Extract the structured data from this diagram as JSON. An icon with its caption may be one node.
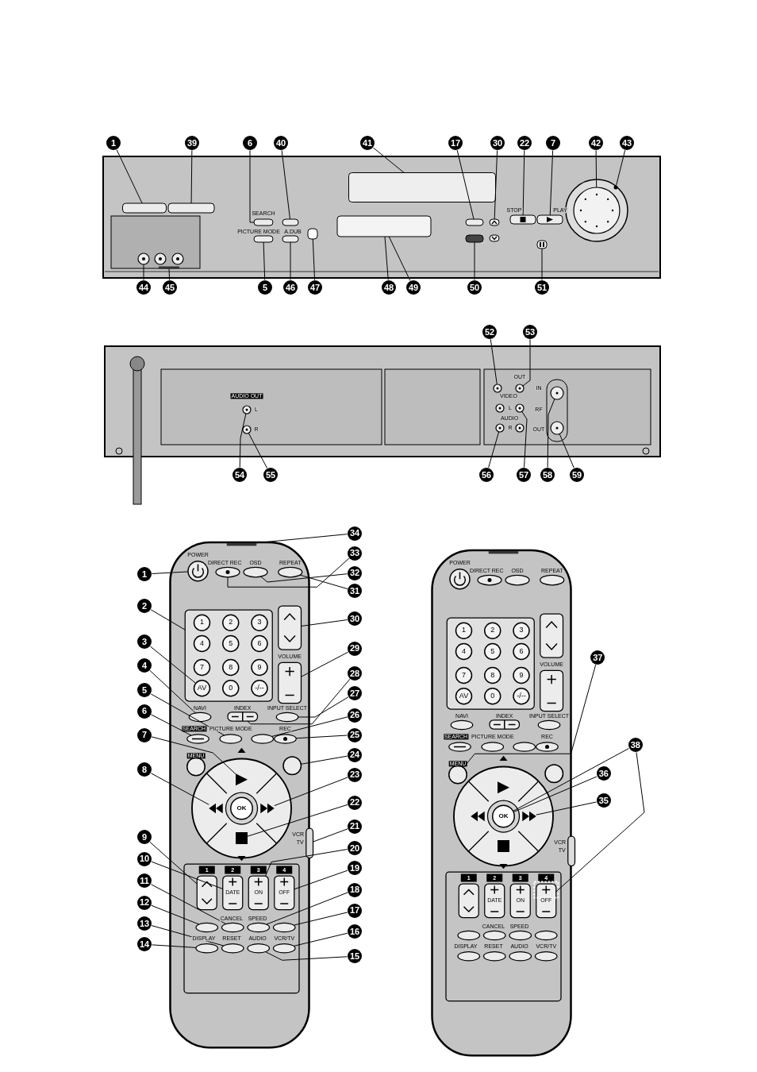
{
  "diagram": {
    "nodes": [
      {
        "text": [
          "1"
        ]
      },
      {
        "text": [
          "39"
        ]
      },
      {
        "text": [
          "6"
        ]
      },
      {
        "text": [
          "40"
        ]
      },
      {
        "text": [
          "41"
        ]
      },
      {
        "text": [
          "17"
        ]
      },
      {
        "text": [
          "30"
        ]
      },
      {
        "text": [
          "22"
        ]
      },
      {
        "text": [
          "7"
        ]
      },
      {
        "text": [
          "42"
        ]
      },
      {
        "text": [
          "43"
        ]
      },
      {
        "text": [
          "44"
        ]
      },
      {
        "text": [
          "45"
        ]
      },
      {
        "text": [
          "5"
        ]
      },
      {
        "text": [
          "46"
        ]
      },
      {
        "text": [
          "47"
        ]
      },
      {
        "text": [
          "48"
        ]
      },
      {
        "text": [
          "49"
        ]
      },
      {
        "text": [
          "50"
        ]
      },
      {
        "text": [
          "51"
        ]
      },
      {
        "text": [
          "52"
        ]
      },
      {
        "text": [
          "53"
        ]
      },
      {
        "text": [
          "54"
        ]
      },
      {
        "text": [
          "55"
        ]
      },
      {
        "text": [
          "56"
        ]
      },
      {
        "text": [
          "57"
        ]
      },
      {
        "text": [
          "58"
        ]
      },
      {
        "text": [
          "59"
        ]
      },
      {
        "text": [
          "1"
        ]
      },
      {
        "text": [
          "2"
        ]
      },
      {
        "text": [
          "3"
        ]
      },
      {
        "text": [
          "4"
        ]
      },
      {
        "text": [
          "5"
        ]
      },
      {
        "text": [
          "6"
        ]
      },
      {
        "text": [
          "7"
        ]
      },
      {
        "text": [
          "8"
        ]
      },
      {
        "text": [
          "9"
        ]
      },
      {
        "text": [
          "10"
        ]
      },
      {
        "text": [
          "11"
        ]
      },
      {
        "text": [
          "12"
        ]
      },
      {
        "text": [
          "13"
        ]
      },
      {
        "text": [
          "14"
        ]
      },
      {
        "text": [
          "34"
        ]
      },
      {
        "text": [
          "33"
        ]
      },
      {
        "text": [
          "32"
        ]
      },
      {
        "text": [
          "31"
        ]
      },
      {
        "text": [
          "30"
        ]
      },
      {
        "text": [
          "29"
        ]
      },
      {
        "text": [
          "28"
        ]
      },
      {
        "text": [
          "27"
        ]
      },
      {
        "text": [
          "26"
        ]
      },
      {
        "text": [
          "25"
        ]
      },
      {
        "text": [
          "24"
        ]
      },
      {
        "text": [
          "23"
        ]
      },
      {
        "text": [
          "22"
        ]
      },
      {
        "text": [
          "21"
        ]
      },
      {
        "text": [
          "20"
        ]
      },
      {
        "text": [
          "19"
        ]
      },
      {
        "text": [
          "18"
        ]
      },
      {
        "text": [
          "17"
        ]
      },
      {
        "text": [
          "16"
        ]
      },
      {
        "text": [
          "15"
        ]
      },
      {
        "text": [
          "37"
        ]
      },
      {
        "text": [
          "38"
        ]
      },
      {
        "text": [
          "36"
        ]
      },
      {
        "text": [
          "35"
        ]
      },
      {
        "text": [],
        "shape": "box"
      },
      {
        "text": [],
        "shape": "box"
      },
      {
        "text": [],
        "shape": "box"
      },
      {
        "text": [],
        "shape": "box"
      },
      {
        "text": [],
        "shape": "box"
      },
      {
        "text": [],
        "shape": "box"
      },
      {
        "text": [],
        "shape": "box"
      },
      {
        "text": [],
        "shape": "box"
      },
      {
        "text": [],
        "shape": "box"
      },
      {
        "text": [],
        "shape": "circle"
      },
      {
        "text": [],
        "shape": "circle"
      },
      {
        "text": [],
        "shape": "circle"
      },
      {
        "text": [],
        "shape": "bar"
      },
      {
        "text": [],
        "shape": "box"
      },
      {
        "text": [],
        "shape": "box"
      },
      {
        "text": [],
        "shape": "box"
      },
      {
        "text": [],
        "shape": "box"
      },
      {
        "text": [],
        "shape": "box"
      },
      {
        "text": [],
        "shape": "box"
      },
      {
        "text": [],
        "shape": "circle"
      },
      {
        "text": [],
        "shape": "circle"
      },
      {
        "text": [],
        "shape": "circle"
      },
      {
        "text": [],
        "shape": "circle"
      },
      {
        "text": [],
        "shape": "circle"
      },
      {
        "text": [],
        "shape": "circle"
      },
      {
        "text": [],
        "shape": "circle"
      },
      {
        "text": [],
        "shape": "circle"
      },
      {
        "text": [],
        "shape": "circle"
      },
      {
        "text": [],
        "shape": "box"
      },
      {
        "text": [],
        "shape": "circle",
        "in": 94
      },
      {
        "text": [],
        "shape": "ellipse"
      },
      {
        "text": [],
        "shape": "ellipse"
      },
      {
        "text": [],
        "shape": "ellipse"
      },
      {
        "text": [],
        "shape": "triangle"
      },
      {
        "text": [],
        "shape": "triangle"
      },
      {
        "text": [],
        "shape": "box"
      },
      {
        "text": [],
        "shape": "box"
      },
      {
        "text": [],
        "shape": "ellipse"
      },
      {
        "text": [],
        "shape": "ellipse"
      },
      {
        "text": [],
        "shape": "ellipse"
      },
      {
        "text": [],
        "shape": "ellipse"
      },
      {
        "text": [],
        "shape": "bar"
      },
      {
        "text": [],
        "shape": "ellipse"
      },
      {
        "text": [],
        "shape": "ellipse"
      },
      {
        "text": [],
        "shape": "ellipse"
      },
      {
        "text": [],
        "shape": "box"
      },
      {
        "text": [],
        "shape": "box"
      },
      {
        "text": [],
        "shape": "box"
      },
      {
        "text": [],
        "shape": "ellipse"
      },
      {
        "text": [],
        "shape": "ellipse"
      },
      {
        "text": [],
        "shape": "ellipse"
      },
      {
        "text": [],
        "shape": "circle"
      },
      {
        "text": [],
        "shape": "triangle"
      },
      {
        "text": [],
        "shape": "square"
      },
      {
        "text": [],
        "shape": "box"
      },
      {
        "text": [],
        "shape": "box"
      },
      {
        "text": [],
        "shape": "box"
      },
      {
        "text": [],
        "shape": "ellipse"
      },
      {
        "text": [],
        "shape": "ellipse"
      },
      {
        "text": [],
        "shape": "ellipse"
      },
      {
        "text": [],
        "shape": "ellipse"
      },
      {
        "text": [],
        "shape": "circle"
      },
      {
        "text": [],
        "shape": "circle"
      },
      {
        "text": [],
        "shape": "triangle"
      },
      {
        "text": [],
        "shape": "box"
      },
      {
        "text": [],
        "shape": "circle"
      },
      {
        "text": [],
        "shape": "circle"
      },
      {
        "text": [],
        "shape": "circle"
      },
      {
        "text": [],
        "shape": "circle"
      },
      {
        "text": [],
        "shape": "circle"
      },
      {
        "text": [],
        "shape": "box"
      },
      {
        "text": [],
        "shape": "circle",
        "in": 136
      },
      {
        "text": [],
        "shape": "box"
      },
      {
        "text": [],
        "shape": "circle"
      },
      {
        "text": [],
        "shape": "circle"
      },
      {
        "text": [],
        "shape": "ellipse"
      },
      {
        "text": [],
        "shape": "ellipse"
      },
      {
        "text": [],
        "shape": "ellipse"
      },
      {
        "text": [],
        "shape": "triangle"
      },
      {
        "text": [],
        "shape": "triangle"
      },
      {
        "text": [],
        "shape": "box"
      },
      {
        "text": [],
        "shape": "box"
      },
      {
        "text": [],
        "shape": "ellipse"
      },
      {
        "text": [],
        "shape": "ellipse"
      },
      {
        "text": [],
        "shape": "ellipse"
      },
      {
        "text": [],
        "shape": "ellipse"
      },
      {
        "text": [],
        "shape": "bar"
      },
      {
        "text": [],
        "shape": "ellipse"
      },
      {
        "text": [],
        "shape": "ellipse"
      },
      {
        "text": [],
        "shape": "ellipse"
      },
      {
        "text": [],
        "shape": "box"
      },
      {
        "text": [],
        "shape": "box"
      },
      {
        "text": [],
        "shape": "box"
      },
      {
        "text": [],
        "shape": "ellipse"
      },
      {
        "text": [],
        "shape": "ellipse"
      },
      {
        "text": [],
        "shape": "ellipse"
      },
      {
        "text": [],
        "shape": "circle"
      },
      {
        "text": [],
        "shape": "square"
      },
      {
        "text": [],
        "shape": "box"
      },
      {
        "text": [],
        "shape": "box"
      },
      {
        "text": [],
        "shape": "ellipse"
      },
      {
        "text": [],
        "shape": "ellipse"
      },
      {
        "text": [],
        "shape": "ellipse"
      },
      {
        "text": [],
        "shape": "ellipse"
      }
    ],
    "edges": [
      {
        "from": 0,
        "to": 66,
        "arrow": "none"
      },
      {
        "from": 1,
        "to": 67,
        "arrow": "none"
      },
      {
        "from": 2,
        "to": 68,
        "arrow": "none"
      },
      {
        "from": 3,
        "to": 69,
        "arrow": "none"
      },
      {
        "from": 4,
        "to": 70,
        "arrow": "none"
      },
      {
        "from": 5,
        "to": 71,
        "arrow": "none"
      },
      {
        "from": 6,
        "to": 72,
        "arrow": "none"
      },
      {
        "from": 7,
        "to": 73,
        "arrow": "none"
      },
      {
        "from": 8,
        "to": 74,
        "arrow": "none"
      },
      {
        "from": 9,
        "to": 75,
        "arrow": "none"
      },
      {
        "from": 10,
        "to": 76,
        "arrow": "none"
      },
      {
        "from": 11,
        "to": 77,
        "arrow": "none"
      },
      {
        "from": 12,
        "to": 78,
        "arrow": "none"
      },
      {
        "from": 13,
        "to": 79,
        "arrow": "none"
      },
      {
        "from": 14,
        "to": 80,
        "arrow": "none"
      },
      {
        "from": 15,
        "to": 81,
        "arrow": "none"
      },
      {
        "from": 16,
        "to": 82,
        "arrow": "none"
      },
      {
        "from": 17,
        "to": 82,
        "arrow": "none"
      },
      {
        "from": 18,
        "to": 83,
        "arrow": "none"
      },
      {
        "from": 19,
        "to": 84,
        "arrow": "none"
      },
      {
        "from": 20,
        "to": 85,
        "arrow": "none"
      },
      {
        "from": 21,
        "to": 86,
        "arrow": "none"
      },
      {
        "from": 22,
        "to": 87,
        "arrow": "none"
      },
      {
        "from": 23,
        "to": 88,
        "arrow": "none"
      },
      {
        "from": 24,
        "to": 89,
        "arrow": "none"
      },
      {
        "from": 25,
        "to": 90,
        "arrow": "none"
      },
      {
        "from": 26,
        "to": 91,
        "arrow": "none"
      },
      {
        "from": 27,
        "to": 92,
        "arrow": "none"
      },
      {
        "from": 28,
        "to": 93,
        "arrow": "none"
      },
      {
        "from": 29,
        "to": 94,
        "arrow": "none"
      },
      {
        "from": 30,
        "to": 95,
        "arrow": "none"
      },
      {
        "from": 31,
        "to": 96,
        "arrow": "none"
      },
      {
        "from": 32,
        "to": 97,
        "arrow": "none"
      },
      {
        "from": 33,
        "to": 98,
        "arrow": "none"
      },
      {
        "from": 34,
        "to": 99,
        "arrow": "none"
      },
      {
        "from": 35,
        "to": 100,
        "arrow": "none"
      },
      {
        "from": 36,
        "to": 101,
        "arrow": "none"
      },
      {
        "from": 37,
        "to": 102,
        "arrow": "none"
      },
      {
        "from": 38,
        "to": 103,
        "arrow": "none"
      },
      {
        "from": 39,
        "to": 104,
        "arrow": "none"
      },
      {
        "from": 40,
        "to": 105,
        "arrow": "none"
      },
      {
        "from": 41,
        "to": 106,
        "arrow": "none"
      },
      {
        "from": 42,
        "to": 107,
        "arrow": "none"
      },
      {
        "from": 43,
        "to": 108,
        "arrow": "none"
      },
      {
        "from": 44,
        "to": 109,
        "arrow": "none"
      },
      {
        "from": 45,
        "to": 110,
        "arrow": "none"
      },
      {
        "from": 46,
        "to": 111,
        "arrow": "none"
      },
      {
        "from": 47,
        "to": 112,
        "arrow": "none"
      },
      {
        "from": 48,
        "to": 113,
        "arrow": "none"
      },
      {
        "from": 49,
        "to": 114,
        "arrow": "none"
      },
      {
        "from": 50,
        "to": 115,
        "arrow": "none"
      },
      {
        "from": 51,
        "to": 116,
        "arrow": "none"
      },
      {
        "from": 52,
        "to": 117,
        "arrow": "none"
      },
      {
        "from": 53,
        "to": 118,
        "arrow": "none"
      },
      {
        "from": 54,
        "to": 119,
        "arrow": "none"
      },
      {
        "from": 55,
        "to": 120,
        "arrow": "none"
      },
      {
        "from": 56,
        "to": 121,
        "arrow": "none"
      },
      {
        "from": 57,
        "to": 122,
        "arrow": "none"
      },
      {
        "from": 58,
        "to": 123,
        "arrow": "none"
      },
      {
        "from": 59,
        "to": 124,
        "arrow": "none"
      },
      {
        "from": 60,
        "to": 125,
        "arrow": "none"
      },
      {
        "from": 61,
        "to": 126,
        "arrow": "none"
      },
      {
        "from": 62,
        "to": 127,
        "arrow": "none"
      },
      {
        "from": 63,
        "to": 128,
        "arrow": "none"
      },
      {
        "from": 64,
        "to": 128,
        "arrow": "none"
      },
      {
        "from": 65,
        "to": 129,
        "arrow": "none"
      },
      {
        "from": 63,
        "to": 130,
        "arrow": "none"
      }
    ],
    "labels": [
      "SEARCH",
      "STOP",
      "PLAY",
      "PICTURE MODE",
      "A.DUB",
      "OUT",
      "IN",
      "AUDIO OUT",
      "VIDEO",
      "L",
      "L",
      "RF",
      "AUDIO",
      "R",
      "R",
      "OUT",
      "POWER",
      "DIRECT REC",
      "OSD",
      "REPEAT",
      "1",
      "2",
      "3",
      "4",
      "5",
      "6",
      "VOLUME",
      "7",
      "8",
      "9",
      "AV",
      "0",
      "-/--",
      "NAVI",
      "INDEX",
      "INPUT SELECT",
      "SEARCH",
      "PICTURE MODE",
      "REC",
      "MENU",
      "OK",
      "VCR",
      "TV",
      "1",
      "2",
      "3",
      "4",
      "DATE",
      "ON",
      "OFF",
      "CANCEL",
      "SPEED",
      "DISPLAY",
      "RESET",
      "AUDIO",
      "VCR/TV",
      "POWER",
      "DIRECT REC",
      "OSD",
      "REPEAT",
      "1",
      "2",
      "3",
      "4",
      "5",
      "6",
      "VOLUME",
      "7",
      "8",
      "9",
      "AV",
      "0",
      "-/--",
      "NAVI",
      "INDEX",
      "INPUT SELECT",
      "SEARCH",
      "PICTURE MODE",
      "REC",
      "MENU",
      "OK",
      "VCR",
      "TV",
      "1",
      "2",
      "3",
      "4",
      "DATE",
      "ON",
      "OFF",
      "CANCEL",
      "SPEED",
      "DISPLAY",
      "RESET",
      "AUDIO",
      "VCR/TV"
    ]
  }
}
